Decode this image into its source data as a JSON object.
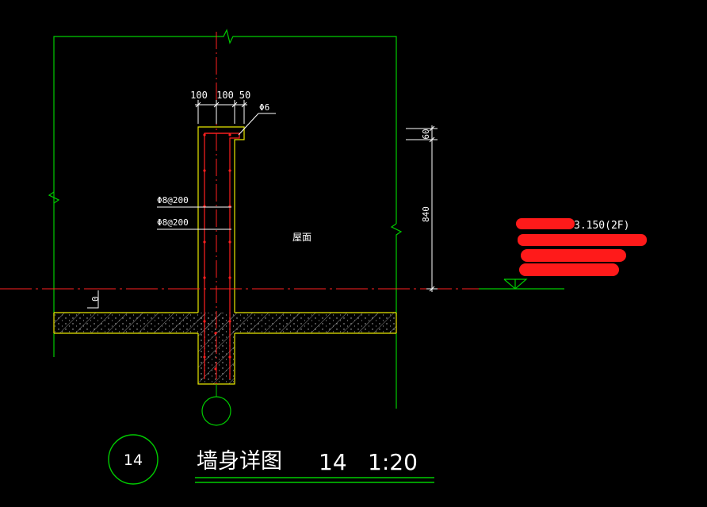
{
  "colors": {
    "background": "#000000",
    "frame_green": "#00cc00",
    "wall_yellow": "#e8e800",
    "rebar_red": "#ff2020",
    "axis_red": "#ff2020",
    "text_white": "#ffffff",
    "hatch_gray": "#9a9a9a",
    "redaction_red": "#ff1a1a"
  },
  "dimensions": {
    "top_widths": [
      "100",
      "100",
      "50"
    ],
    "right_small": "60",
    "right_large": "840",
    "zero_mark": "0"
  },
  "rebar_labels": {
    "top_bar": "Φ6",
    "mid_bar_1": "Φ8@200",
    "mid_bar_2": "Φ8@200"
  },
  "area_label": "屋面",
  "elevation": {
    "visible_text": "3.150(2F)"
  },
  "title_block": {
    "detail_number": "14",
    "title": "墙身详图",
    "drawing_number": "14",
    "scale": "1:20"
  }
}
